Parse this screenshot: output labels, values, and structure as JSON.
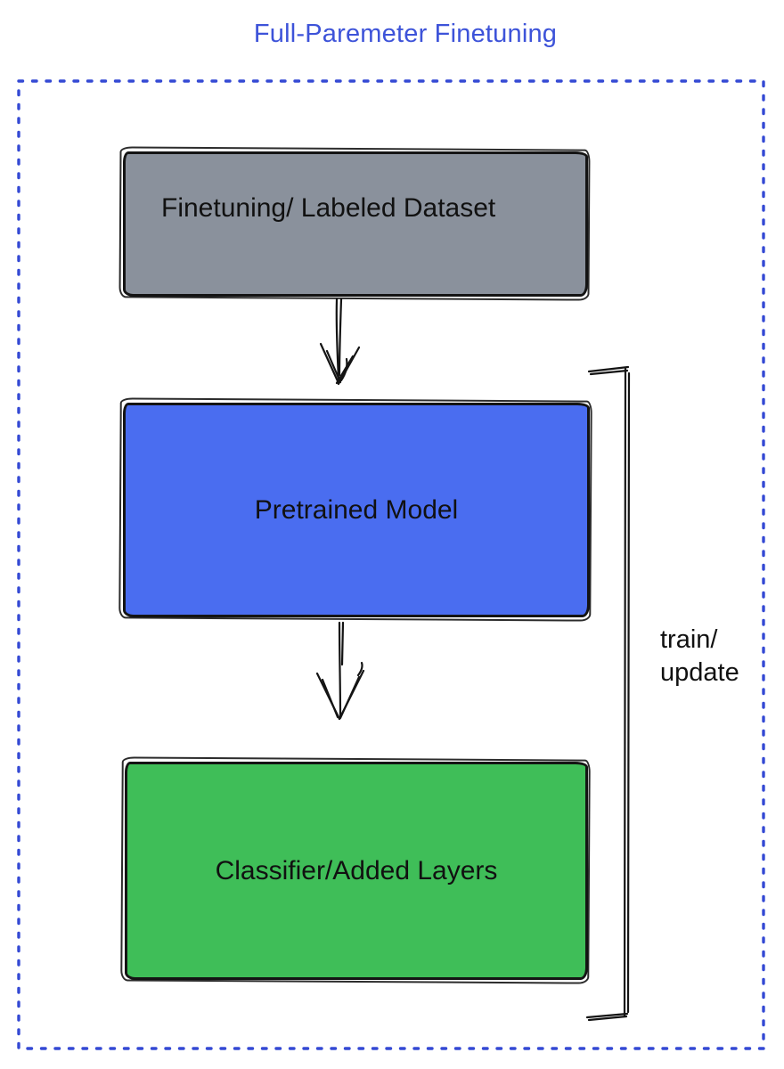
{
  "title": "Full-Paremeter Finetuning",
  "boxes": {
    "dataset": {
      "label": "Finetuning/ Labeled Dataset",
      "fill": "#8A919C"
    },
    "pretrained": {
      "label": "Pretrained Model",
      "fill": "#4A6DF0"
    },
    "classifier": {
      "label": "Classifier/Added Layers",
      "fill": "#3FBE58"
    }
  },
  "bracket": {
    "label_line1": "train/",
    "label_line2": "update"
  },
  "icons": {
    "down_arrow_1": "down-arrow-icon",
    "down_arrow_2": "down-arrow-icon"
  },
  "colors": {
    "title_text": "#3D53D9",
    "dashed_border": "#3449D4",
    "shape_outline": "#141414",
    "label_text": "#111111",
    "background": "#FFFFFF"
  }
}
